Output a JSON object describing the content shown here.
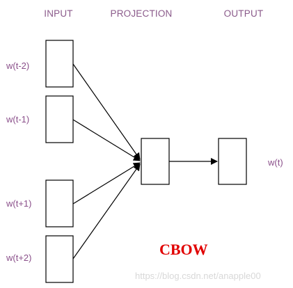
{
  "headers": {
    "input": "INPUT",
    "projection": "PROJECTION",
    "output": "OUTPUT"
  },
  "inputs": [
    "w(t-2)",
    "w(t-1)",
    "w(t+1)",
    "w(t+2)"
  ],
  "output_label": "w(t)",
  "title": "CBOW",
  "watermark": "https://blog.csdn.net/anapple00",
  "colors": {
    "label": "#8a4f8a",
    "title": "#e10000",
    "line": "#000000"
  }
}
